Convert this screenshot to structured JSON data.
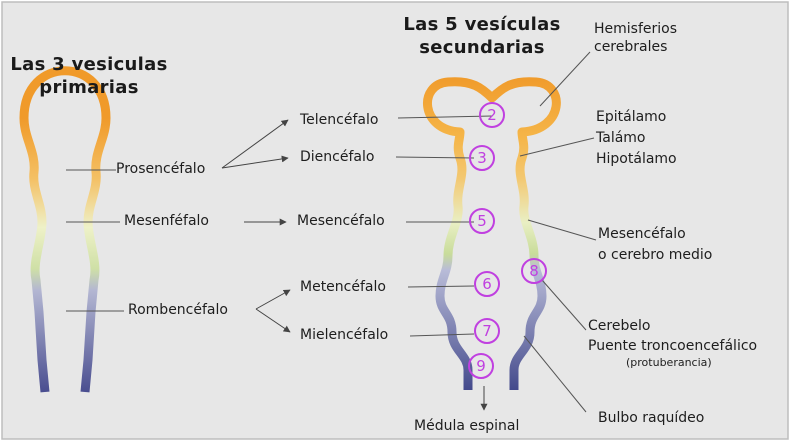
{
  "titles": {
    "primary": [
      "Las 3 vesiculas",
      "primarias"
    ],
    "secondary": [
      "Las 5 vesículas",
      "secundarias"
    ]
  },
  "primary_labels": {
    "prosencefalo": "Prosencéfalo",
    "mesenfefalo": "Mesenféfalo",
    "rombencefalo": "Rombencéfalo"
  },
  "middle_labels": {
    "telencefalo": "Telencéfalo",
    "diencefalo": "Diencéfalo",
    "mesencefalo": "Mesencéfalo",
    "metencefalo": "Metencéfalo",
    "mielencefalo": "Mielencéfalo",
    "medula": "Médula espinal"
  },
  "right_labels": {
    "hemisferios": [
      "Hemisferios",
      "cerebrales"
    ],
    "epitalamo": "Epitálamo",
    "talamo": "Talámo",
    "hipotalamo": "Hipotálamo",
    "mesencefalo": "Mesencéfalo",
    "cerebro_medio": "o cerebro medio",
    "cerebelo": "Cerebelo",
    "puente": "Puente troncoencefálico",
    "protuberancia": "(protuberancia)",
    "bulbo": "Bulbo raquídeo"
  },
  "annotations": [
    "2",
    "3",
    "5",
    "6",
    "8",
    "7",
    "9"
  ],
  "colors": {
    "background": "#e7e7e7",
    "border": "#bdbdbd",
    "tube_top": "#f09a2a",
    "tube_mid": "#eef1c8",
    "tube_bottom": "#4a4e90",
    "annotation": "#c040e0",
    "line": "#555555"
  }
}
